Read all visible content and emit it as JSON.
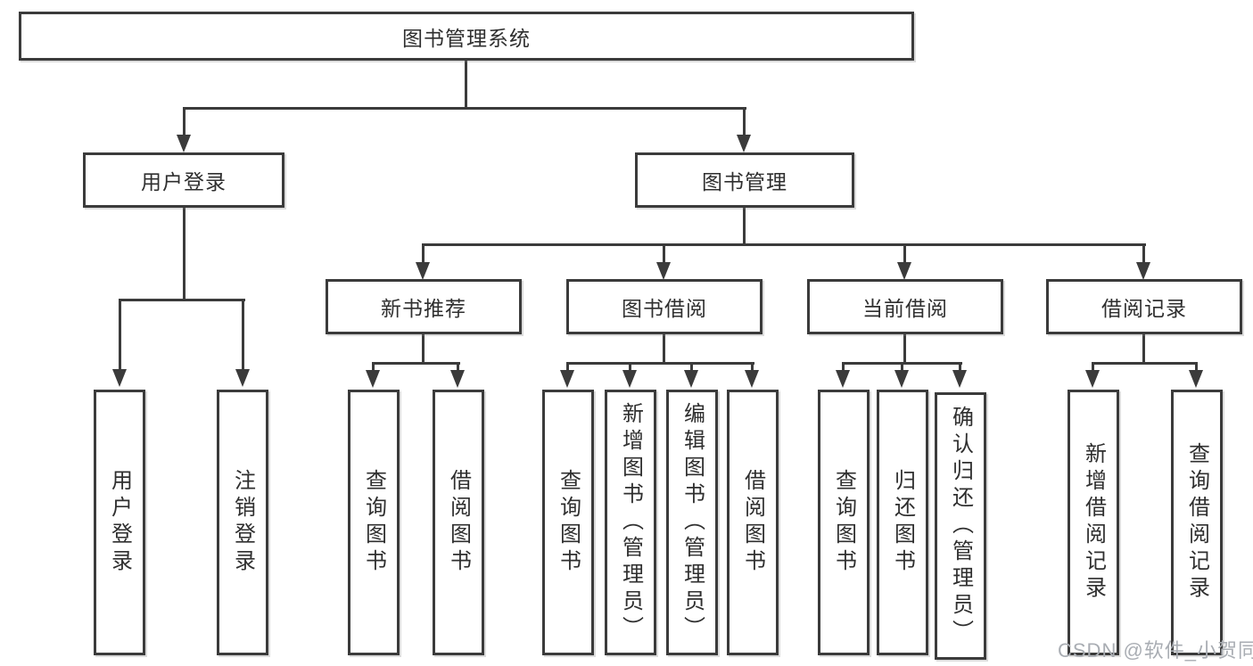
{
  "colors": {
    "line": "#3b3b3b",
    "box_border": "#3b3b3b",
    "text": "#2f2f2f",
    "watermark": "#a9adb3",
    "background": "#ffffff"
  },
  "tree": {
    "label": "图书管理系统",
    "children": [
      {
        "label": "用户登录",
        "children": [
          {
            "label": "用户登录"
          },
          {
            "label": "注销登录"
          }
        ]
      },
      {
        "label": "图书管理",
        "children": [
          {
            "label": "新书推荐",
            "children": [
              {
                "label": "查询图书"
              },
              {
                "label": "借阅图书"
              }
            ]
          },
          {
            "label": "图书借阅",
            "children": [
              {
                "label": "查询图书"
              },
              {
                "label": "新增图书（管理员）"
              },
              {
                "label": "编辑图书（管理员）"
              },
              {
                "label": "借阅图书"
              }
            ]
          },
          {
            "label": "当前借阅",
            "children": [
              {
                "label": "查询图书"
              },
              {
                "label": "归还图书"
              },
              {
                "label": "确认归还（管理员）"
              }
            ]
          },
          {
            "label": "借阅记录",
            "children": [
              {
                "label": "新增借阅记录"
              },
              {
                "label": "查询借阅记录"
              }
            ]
          }
        ]
      }
    ]
  },
  "watermark": {
    "text": "CSDN @软件_小贺同学"
  }
}
